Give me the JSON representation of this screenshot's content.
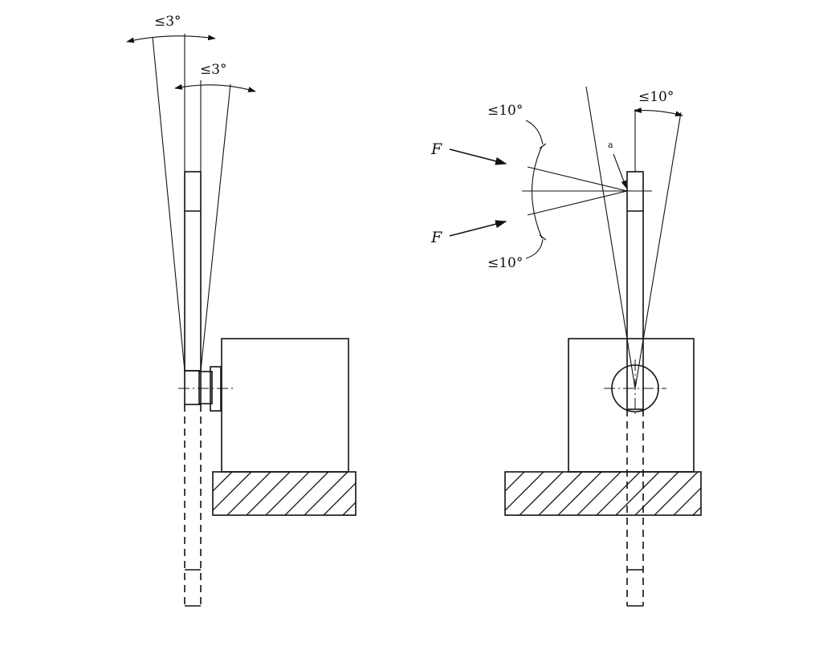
{
  "left_view": {
    "outer_angle_label": "≤3°",
    "inner_angle_label": "≤3°"
  },
  "right_view": {
    "tilt_angle_label": "≤10°",
    "upper_force_angle_label": "≤10°",
    "lower_force_angle_label": "≤10°",
    "upper_force_label": "F",
    "lower_force_label": "F",
    "point_label": "a"
  },
  "colors": {
    "line": "#111111",
    "background": "#ffffff"
  }
}
